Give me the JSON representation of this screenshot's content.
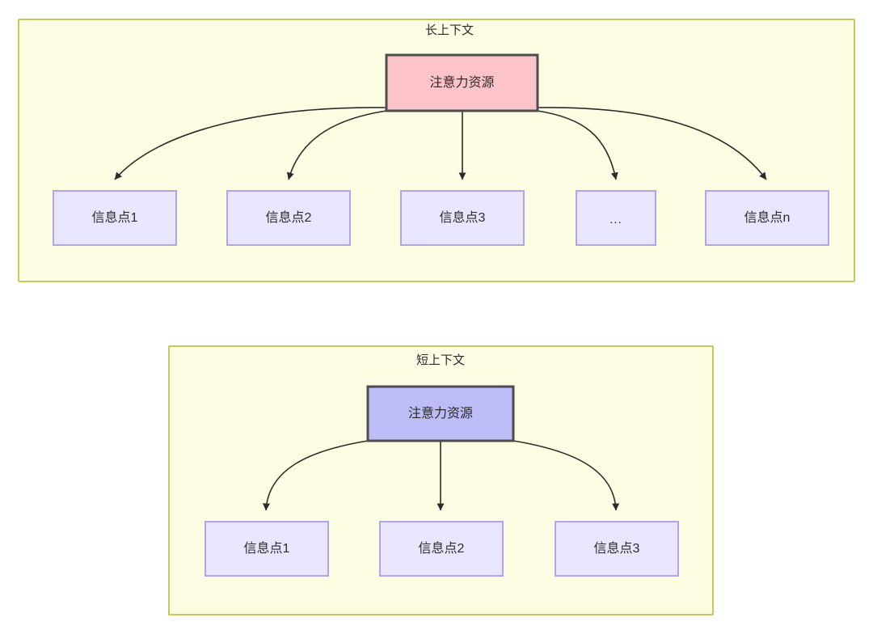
{
  "diagram": {
    "type": "flowchart",
    "background_color": "#ffffff",
    "panels": [
      {
        "id": "long-context",
        "title": "长上下文",
        "fill_color": "#fdfde4",
        "border_color": "#c8c85a",
        "source_node": {
          "label": "注意力资源",
          "fill_color": "#fcc4c9",
          "border_color": "#4d4d4d"
        },
        "leaf_nodes": [
          {
            "label": "信息点1"
          },
          {
            "label": "信息点2"
          },
          {
            "label": "信息点3"
          },
          {
            "label": "..."
          },
          {
            "label": "信息点n"
          }
        ],
        "leaf_fill_color": "#e8e6fc",
        "leaf_border_color": "#b6a2ea",
        "edge_count": 5
      },
      {
        "id": "short-context",
        "title": "短上下文",
        "fill_color": "#fdfde4",
        "border_color": "#c8c85a",
        "source_node": {
          "label": "注意力资源",
          "fill_color": "#bcbcf6",
          "border_color": "#4d4d4d"
        },
        "leaf_nodes": [
          {
            "label": "信息点1"
          },
          {
            "label": "信息点2"
          },
          {
            "label": "信息点3"
          }
        ],
        "leaf_fill_color": "#e8e6fc",
        "leaf_border_color": "#b6a2ea",
        "edge_count": 3
      }
    ],
    "edge_color": "#2b2b2b",
    "text_color": "#2b2b2b"
  }
}
